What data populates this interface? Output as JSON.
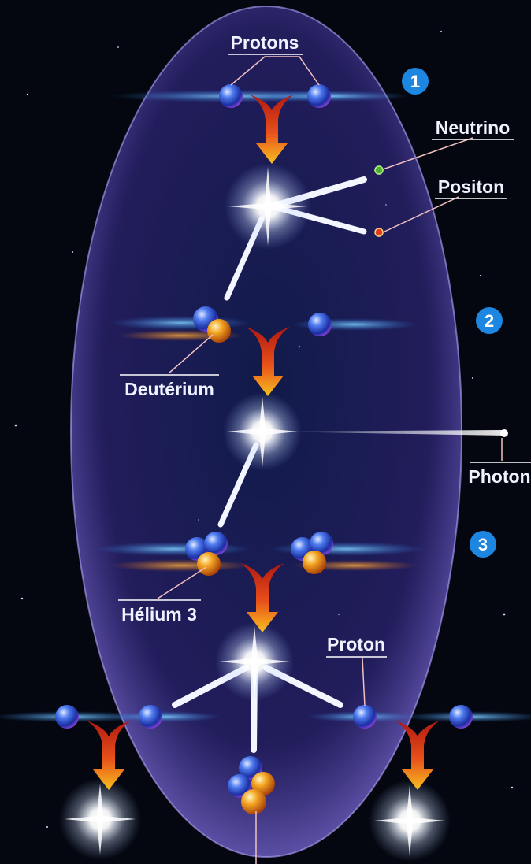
{
  "labels": {
    "protons": "Protons",
    "neutrino": "Neutrino",
    "positon": "Positon",
    "deuterium": "Deutérium",
    "photon": "Photon",
    "helium3": "Hélium 3",
    "proton": "Proton"
  },
  "steps": [
    "1",
    "2",
    "3"
  ],
  "colors": {
    "background": "#04070f",
    "ellipse": "#4a3fa8",
    "proton": "#3b5fe0",
    "neutron": "#f0a020",
    "neutrino": "#4caf2e",
    "positon": "#e23a1e",
    "arrow_top": "#d8201a",
    "arrow_bottom": "#f6b21e",
    "step_badge": "#1d86e0"
  },
  "icons": [
    "proton-particle",
    "neutron-particle",
    "energy-flash",
    "fusion-arrow"
  ]
}
